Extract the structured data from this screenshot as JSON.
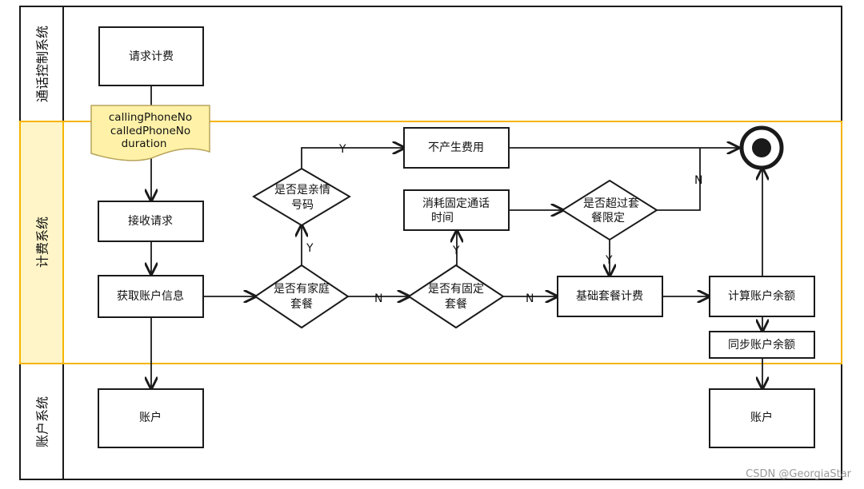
{
  "lanes": {
    "call_control": "通话控制系统",
    "billing": "计费系统",
    "account": "账户系统"
  },
  "nodes": {
    "request_billing": "请求计费",
    "param_doc": [
      "callingPhoneNo",
      "calledPhoneNo",
      "duration"
    ],
    "receive_request": "接收请求",
    "get_account_info": "获取账户信息",
    "family_plan": [
      "是否有家庭",
      "套餐"
    ],
    "relative_number": [
      "是否是亲情",
      "号码"
    ],
    "no_charge": "不产生费用",
    "fixed_plan": [
      "是否有固定",
      "套餐"
    ],
    "consume_fixed": [
      "消耗固定通话",
      "时间"
    ],
    "exceed_limit": [
      "是否超过套",
      "餐限定"
    ],
    "basic_billing": "基础套餐计费",
    "calc_balance": "计算账户余额",
    "sync_balance": "同步账户余额",
    "account_left": "账户",
    "account_right": "账户"
  },
  "edge_labels": {
    "yes": "Y",
    "no": "N"
  },
  "watermark": "CSDN @GeorgiaStar",
  "colors": {
    "line": "#1a1a1a",
    "lane_header_fill": "#ffffff",
    "billing_border": "#f5b400",
    "billing_header_fill": "#fff5c8",
    "doc_fill": "#fff2a8",
    "doc_border": "#b8a35a"
  },
  "icons": {
    "end": "end-event-icon"
  }
}
